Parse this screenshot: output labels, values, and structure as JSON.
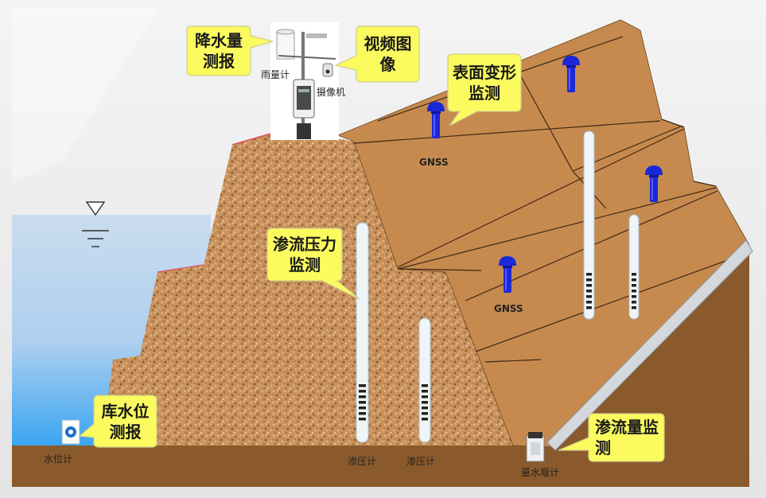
{
  "callouts": {
    "rainfall": {
      "line1": "降水量",
      "line2": "测报"
    },
    "video": {
      "line1": "视频图",
      "line2": "像"
    },
    "surface_deformation": {
      "line1": "表面变形",
      "line2": "监测"
    },
    "seepage_pressure": {
      "line1": "渗流压力",
      "line2": "监测"
    },
    "reservoir_level": {
      "line1": "库水位",
      "line2": "测报"
    },
    "seepage_flow": {
      "line1": "渗流量监",
      "line2": "测"
    }
  },
  "labels": {
    "rain_gauge": "雨量计",
    "camera": "摄像机",
    "gnss_upper": "GNSS",
    "gnss_lower": "GNSS",
    "water_level_gauge": "水位计",
    "piezometer_1": "渗压计",
    "piezometer_2": "渗压计",
    "weir_gauge": "量水堰计"
  },
  "icons": {
    "gnss": "gnss-antenna-icon",
    "water_level": "water-level-triangle-icon",
    "piezometer": "piezometer-tube-icon",
    "rain_gauge": "rain-gauge-icon",
    "camera": "camera-icon"
  },
  "colors": {
    "callout_fill": "#fbfa5f",
    "callout_border": "#cfcf8a",
    "gnss_blue": "#1b28d8",
    "water_top": "#cadcee",
    "water_bottom": "#38a4f2",
    "dam_fill": "#c8925e",
    "slope_fill": "#c68a4f",
    "ground": "#8b5a2c"
  }
}
